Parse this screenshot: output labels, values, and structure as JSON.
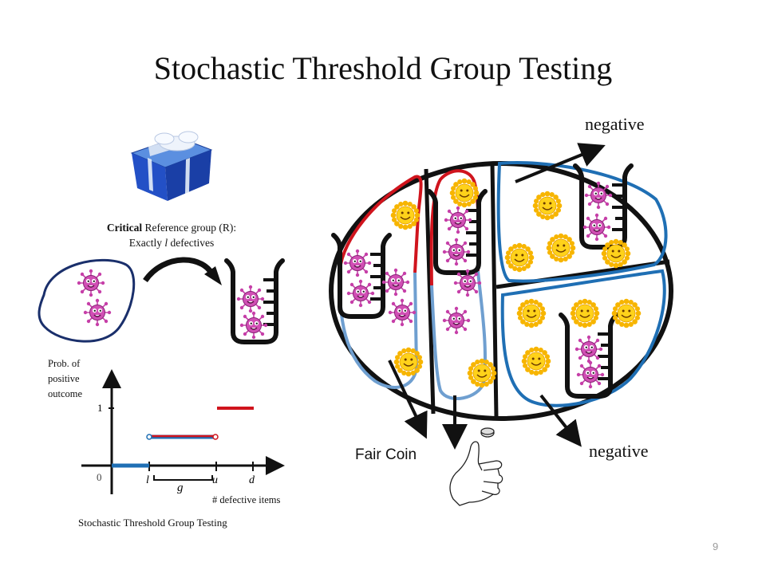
{
  "slide": {
    "title": "Stochastic Threshold Group Testing",
    "page_number": "9"
  },
  "reference_group": {
    "caption_bold": "Critical",
    "caption_rest": " Reference group (R):",
    "caption_line2_prefix": "Exactly ",
    "caption_line2_var": "l",
    "caption_line2_suffix": " defectives"
  },
  "plot": {
    "ylabel": "Prob. of positive outcome",
    "xlabel": "# defective items",
    "caption": "Stochastic Threshold Group Testing",
    "y_tick_1": "1",
    "x_tick_0": "0",
    "x_tick_l": "l",
    "x_tick_u": "u",
    "x_tick_d": "d",
    "gap_label": "g"
  },
  "pool_diagram": {
    "negative_top": "negative",
    "negative_bottom": "negative",
    "fair_coin": "Fair Coin"
  },
  "colors": {
    "red": "#d0141d",
    "blue": "#1f6fb4",
    "light_blue": "#6f9fd0",
    "navy": "#1a2f6b",
    "virus": "#c63fa8",
    "sun": "#f5b400"
  },
  "chart_data": {
    "type": "line",
    "x_ticks": [
      "0",
      "l",
      "u",
      "d"
    ],
    "y_ticks": [
      "1"
    ],
    "segments": [
      {
        "from": "0",
        "to": "l",
        "y": 0,
        "color": "blue"
      },
      {
        "from": "l",
        "to": "u",
        "y": 0.5,
        "color": "red-blue",
        "open_endpoints": true
      },
      {
        "from": "u",
        "to": "d",
        "y": 1,
        "color": "red"
      }
    ]
  }
}
